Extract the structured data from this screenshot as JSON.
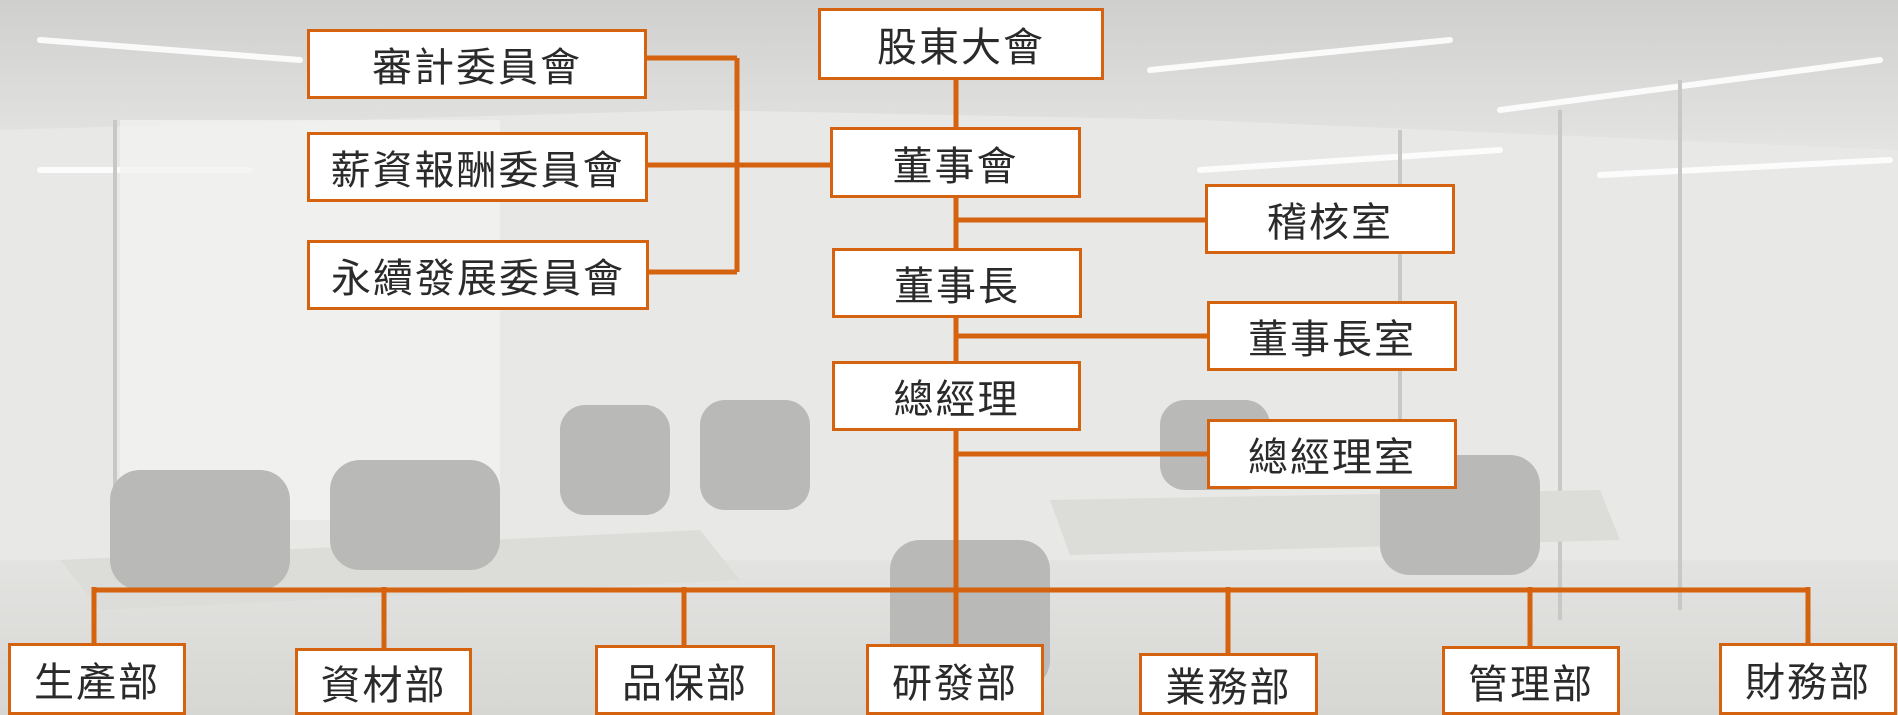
{
  "colors": {
    "accent": "#d4620f",
    "box_fill": "#ffffff",
    "text": "#2a2a2a"
  },
  "background": {
    "description_icon": "office-room-photo"
  },
  "nodes": {
    "shareholders": "股東大會",
    "audit_committee": "審計委員會",
    "remuneration_committee": "薪資報酬委員會",
    "sustainability_committee": "永續發展委員會",
    "board": "董事會",
    "audit_office": "稽核室",
    "chairman": "董事長",
    "chairman_office": "董事長室",
    "general_manager": "總經理",
    "gm_office": "總經理室",
    "departments": [
      "生產部",
      "資材部",
      "品保部",
      "研發部",
      "業務部",
      "管理部",
      "財務部"
    ]
  }
}
